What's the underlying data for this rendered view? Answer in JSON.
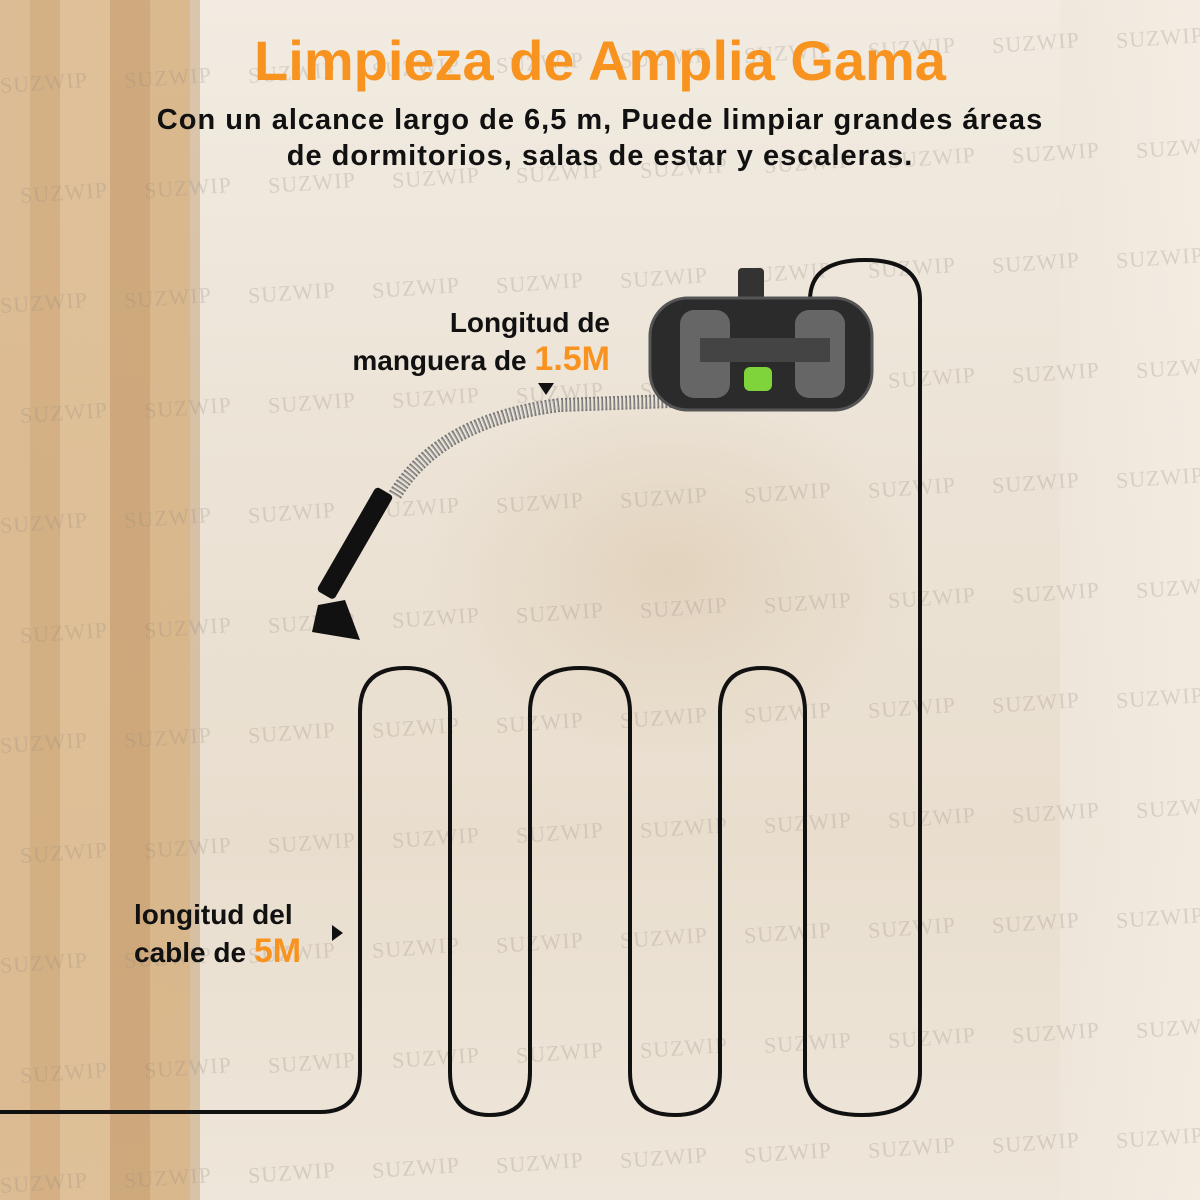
{
  "watermark": "SUZWIP",
  "title": "Limpieza de Amplia Gama",
  "subtitle_line1": "Con un alcance largo de 6,5 m, Puede limpiar grandes áreas",
  "subtitle_line2": "de dormitorios, salas de estar y escaleras.",
  "hose_label": {
    "line1": "Longitud de",
    "line2_prefix": "manguera de ",
    "highlight": "1.5M"
  },
  "cable_label": {
    "line1": "longitud del",
    "line2_prefix": "cable de ",
    "highlight": "5M"
  },
  "colors": {
    "accent": "#f7931e",
    "button": "#7ed43a",
    "device": "#2b2b2b"
  }
}
